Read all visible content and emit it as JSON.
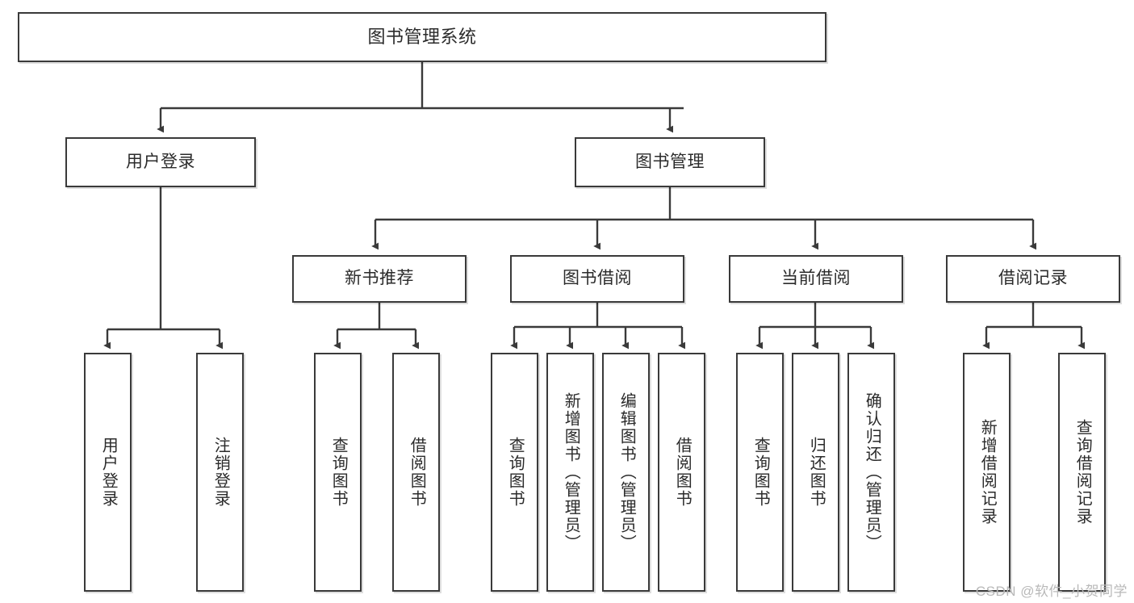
{
  "diagram": {
    "title": "图书管理系统",
    "type": "tree",
    "colors": {
      "background": "#ffffff",
      "box_border": "#3a3a3a",
      "box_fill": "#ffffff",
      "text": "#2b2b2b",
      "connector": "#3a3a3a",
      "watermark": "#b9b9b9"
    },
    "root": {
      "label": "图书管理系统"
    },
    "level2": [
      {
        "label": "用户登录"
      },
      {
        "label": "图书管理"
      }
    ],
    "level3": [
      {
        "label": "新书推荐"
      },
      {
        "label": "图书借阅"
      },
      {
        "label": "当前借阅"
      },
      {
        "label": "借阅记录"
      }
    ],
    "leaves": {
      "user_login": [
        {
          "label": "用户登录"
        },
        {
          "label": "注销登录"
        }
      ],
      "new_book": [
        {
          "label": "查询图书"
        },
        {
          "label": "借阅图书"
        }
      ],
      "book_borrow": [
        {
          "label": "查询图书"
        },
        {
          "label": "新增图书（管理员）"
        },
        {
          "label": "编辑图书（管理员）"
        },
        {
          "label": "借阅图书"
        }
      ],
      "current_borrow": [
        {
          "label": "查询图书"
        },
        {
          "label": "归还图书"
        },
        {
          "label": "确认归还（管理员）"
        }
      ],
      "borrow_record": [
        {
          "label": "新增借阅记录"
        },
        {
          "label": "查询借阅记录"
        }
      ]
    },
    "watermark": "CSDN @软件_小贺同学"
  }
}
